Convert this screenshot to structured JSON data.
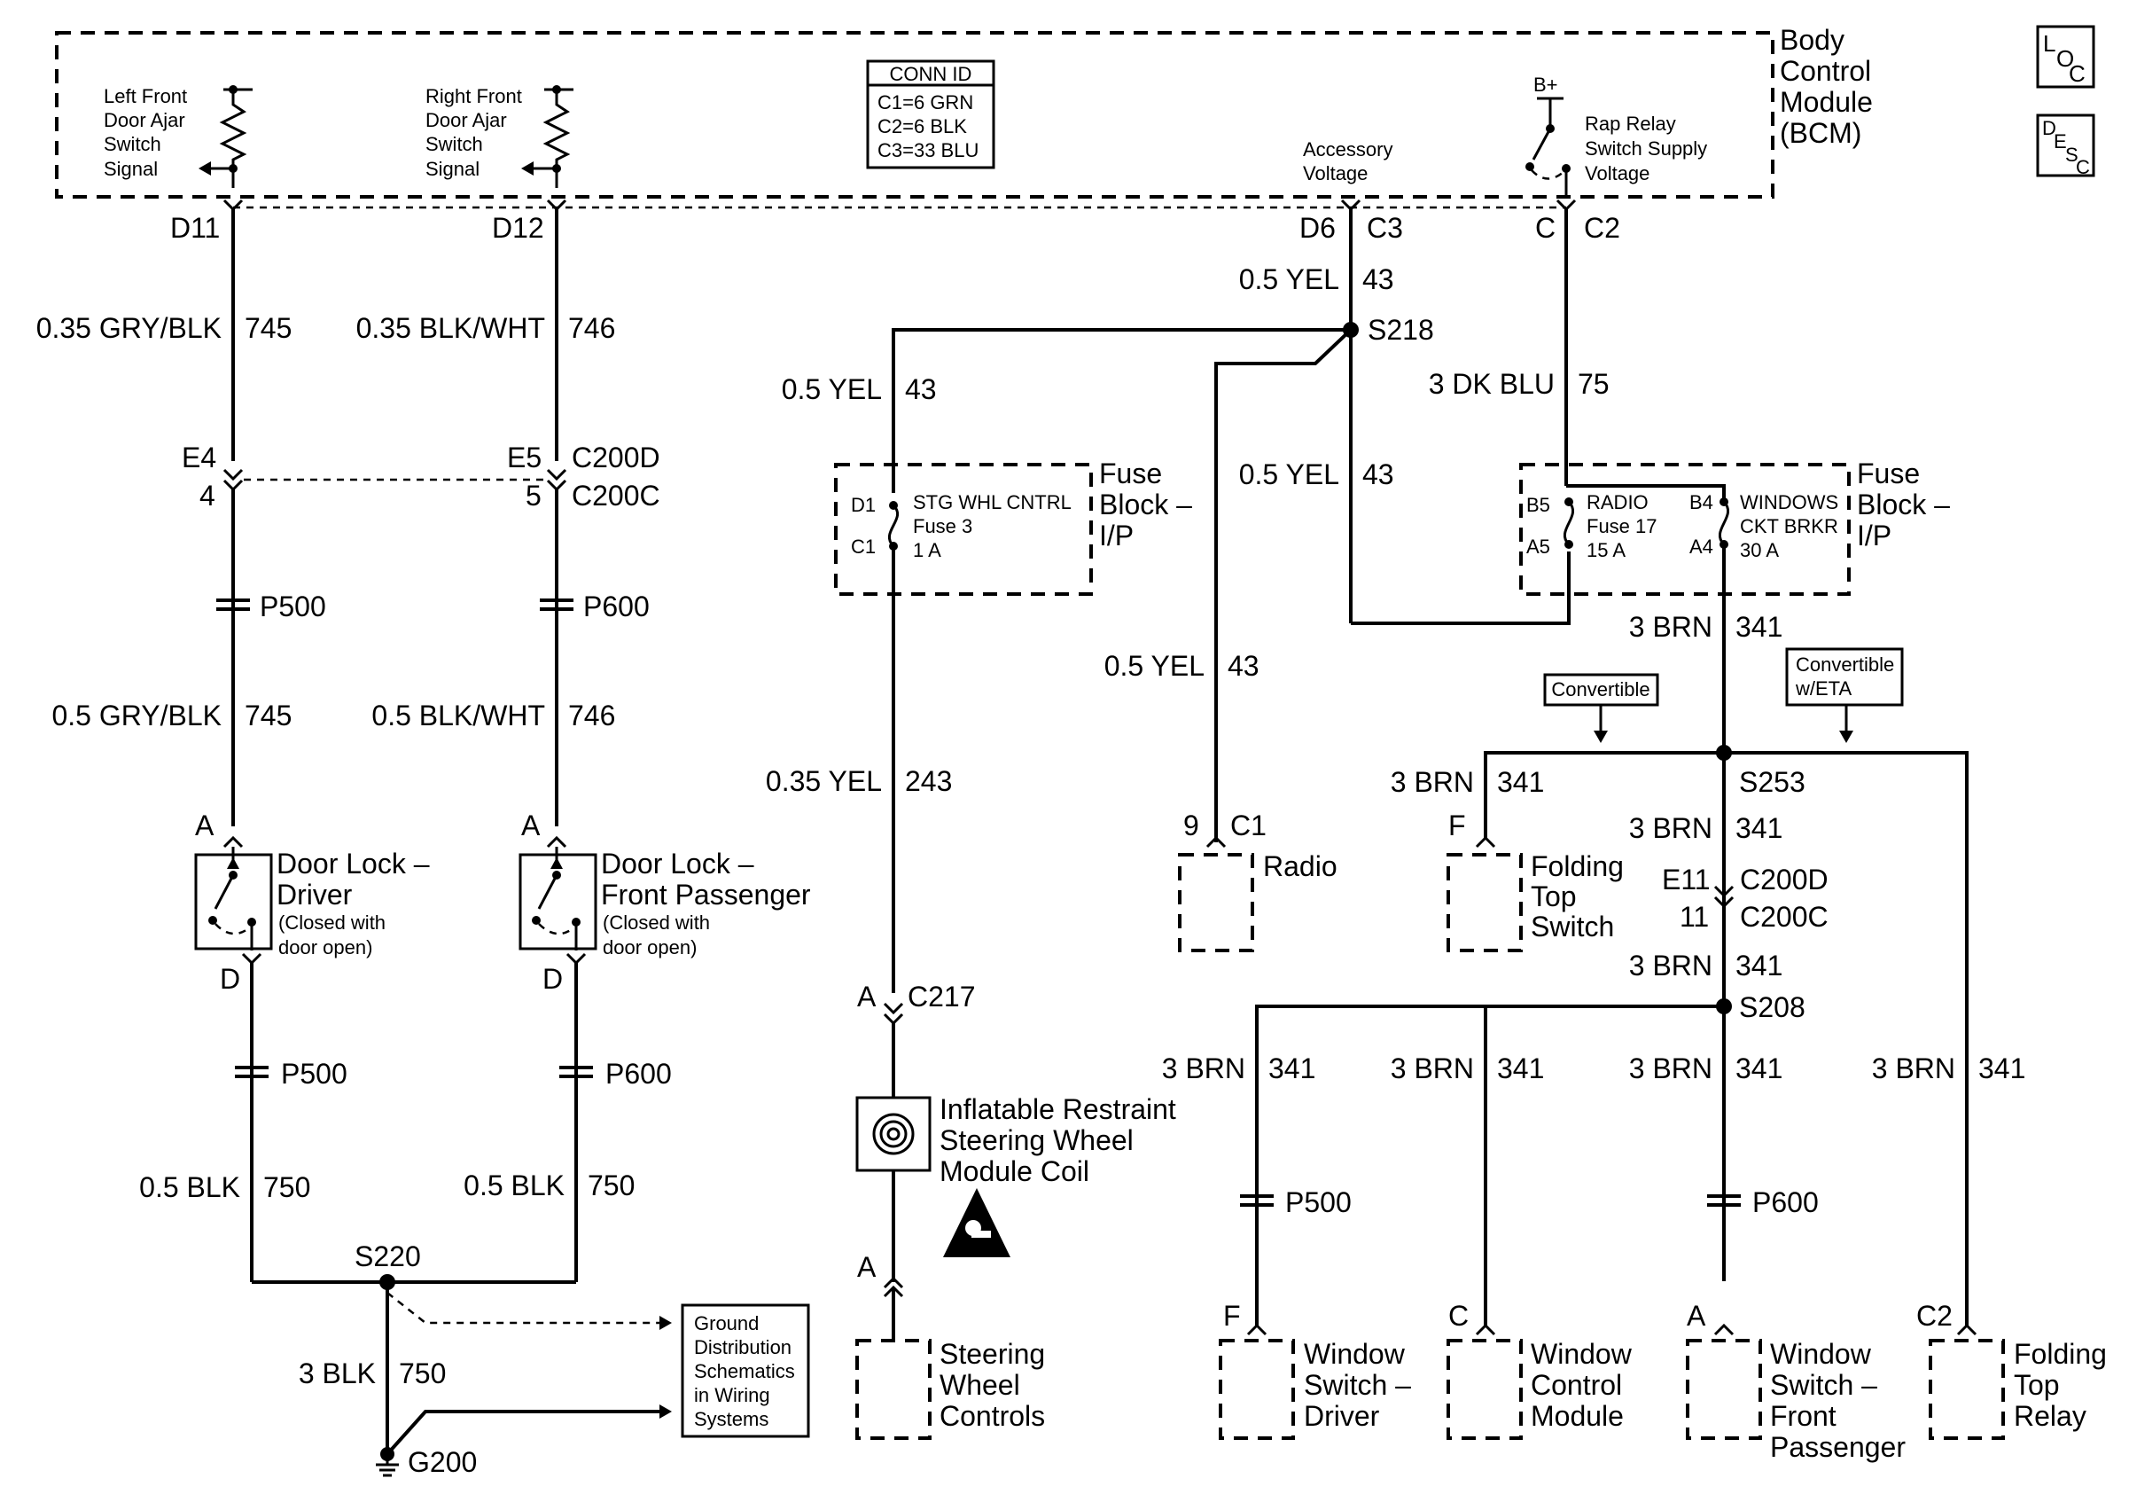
{
  "bcm": {
    "lines": [
      "Body",
      "Control",
      "Module",
      "(BCM)"
    ]
  },
  "conn_id": {
    "title": "CONN ID",
    "lines": [
      "C1=6 GRN",
      "C2=6 BLK",
      "C3=33 BLU"
    ]
  },
  "bcm_signals": {
    "lf": [
      "Left Front",
      "Door Ajar",
      "Switch",
      "Signal"
    ],
    "rf": [
      "Right Front",
      "Door Ajar",
      "Switch",
      "Signal"
    ],
    "acc": [
      "Accessory",
      "Voltage"
    ],
    "rap": [
      "Rap Relay",
      "Switch Supply",
      "Voltage"
    ],
    "bplus": "B+"
  },
  "loc_icon": {
    "l": "L",
    "o": "O",
    "c": "C"
  },
  "desc_icon": {
    "d": "D",
    "e": "E",
    "s": "S",
    "c": "C"
  },
  "pins": {
    "d11": "D11",
    "d12": "D12",
    "d6": "D6",
    "c3": "C3",
    "c": "C",
    "c2": "C2",
    "e4": "E4",
    "e5": "E5",
    "c200d": "C200D",
    "n4": "4",
    "n5": "5",
    "c200c": "C200C",
    "a_l": "A",
    "a_r": "A",
    "d_l": "D",
    "d_r": "D",
    "a_c217": "A",
    "c217": "C217",
    "a_bot": "A",
    "n9": "9",
    "c1": "C1",
    "f_fold": "F",
    "e11": "E11",
    "c200d2": "C200D",
    "n11": "11",
    "c200c2": "C200C",
    "f_ws": "F",
    "c_wcm": "C",
    "a_wsf": "A",
    "c2_ftr": "C2"
  },
  "wires": {
    "w1": "0.35 GRY/BLK",
    "w1n": "745",
    "w2": "0.35 BLK/WHT",
    "w2n": "746",
    "w3": "0.5 GRY/BLK",
    "w3n": "745",
    "w4": "0.5 BLK/WHT",
    "w4n": "746",
    "w5": "0.5 BLK",
    "w5n": "750",
    "w6": "0.5 BLK",
    "w6n": "750",
    "w7": "3 BLK",
    "w7n": "750",
    "y1": "0.5 YEL",
    "y1n": "43",
    "y2": "0.5 YEL",
    "y2n": "43",
    "y3": "0.5 YEL",
    "y3n": "43",
    "y4": "0.5 YEL",
    "y4n": "43",
    "y5": "0.35 YEL",
    "y5n": "243",
    "b1": "3 DK BLU",
    "b1n": "75",
    "r1": "3 BRN",
    "r1n": "341",
    "r2": "3 BRN",
    "r2n": "341",
    "r3": "3 BRN",
    "r3n": "341",
    "r4": "3 BRN",
    "r4n": "341",
    "r5": "3 BRN",
    "r5n": "341",
    "r6": "3 BRN",
    "r6n": "341",
    "r7": "3 BRN",
    "r7n": "341",
    "r8": "3 BRN",
    "r8n": "341"
  },
  "splices": {
    "s218": "S218",
    "s220": "S220",
    "s253": "S253",
    "s208": "S208",
    "g200": "G200"
  },
  "connectors": {
    "p500a": "P500",
    "p600a": "P600",
    "p500b": "P500",
    "p600b": "P600",
    "p500c": "P500",
    "p600c": "P600"
  },
  "fuse_left": {
    "title": [
      "Fuse",
      "Block –",
      "I/P"
    ],
    "d1": "D1",
    "c1": "C1",
    "name": "STG WHL CNTRL",
    "fuse": "Fuse 3",
    "amp": "1 A"
  },
  "fuse_right": {
    "title": [
      "Fuse",
      "Block –",
      "I/P"
    ],
    "b5": "B5",
    "a5": "A5",
    "radio": "RADIO",
    "fuse17": "Fuse 17",
    "amp15": "15 A",
    "b4": "B4",
    "a4": "A4",
    "windows": "WINDOWS",
    "ckt": "CKT BRKR",
    "amp30": "30 A"
  },
  "components": {
    "dl_driver": [
      "Door Lock –",
      "Driver"
    ],
    "dl_driver_note": [
      "(Closed with",
      "door open)"
    ],
    "dl_pass": [
      "Door Lock –",
      "Front Passenger"
    ],
    "dl_pass_note": [
      "(Closed with",
      "door open)"
    ],
    "coil": [
      "Inflatable Restraint",
      "Steering Wheel",
      "Module Coil"
    ],
    "swc": [
      "Steering",
      "Wheel",
      "Controls"
    ],
    "radio": "Radio",
    "fts": [
      "Folding",
      "Top",
      "Switch"
    ],
    "wsd": [
      "Window",
      "Switch –",
      "Driver"
    ],
    "wcm": [
      "Window",
      "Control",
      "Module"
    ],
    "wsf": [
      "Window",
      "Switch –",
      "Front",
      "Passenger"
    ],
    "ftr": [
      "Folding",
      "Top",
      "Relay"
    ]
  },
  "options": {
    "conv": "Convertible",
    "conv_eta": [
      "Convertible",
      "w/ETA"
    ]
  },
  "ground_note": [
    "Ground",
    "Distribution",
    "Schematics",
    "in Wiring",
    "Systems"
  ]
}
